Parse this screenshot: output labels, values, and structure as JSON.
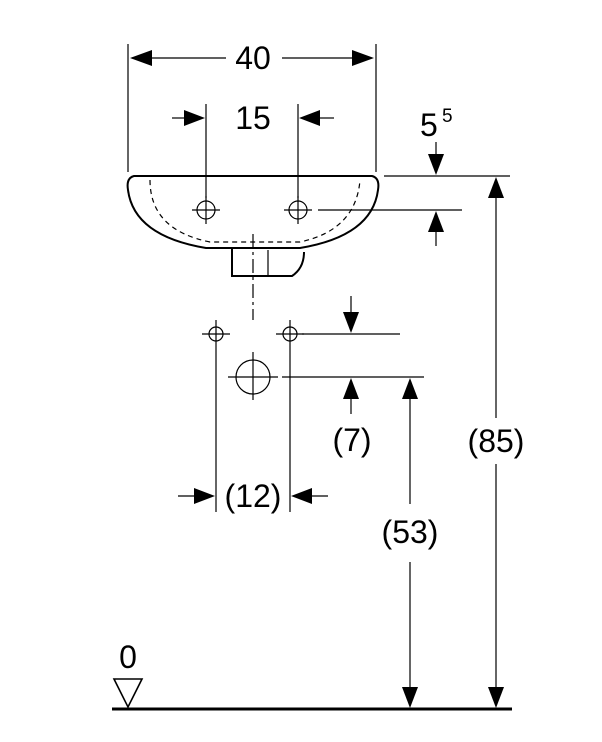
{
  "dimensions": {
    "basin_width": "40",
    "tap_hole_spacing": "15",
    "rim_offset_main": "5",
    "rim_offset_sup": "5",
    "supply_spacing": "(12)",
    "supply_drop": "(7)",
    "waste_height": "(53)",
    "rim_height": "(85)",
    "floor_level": "0"
  }
}
